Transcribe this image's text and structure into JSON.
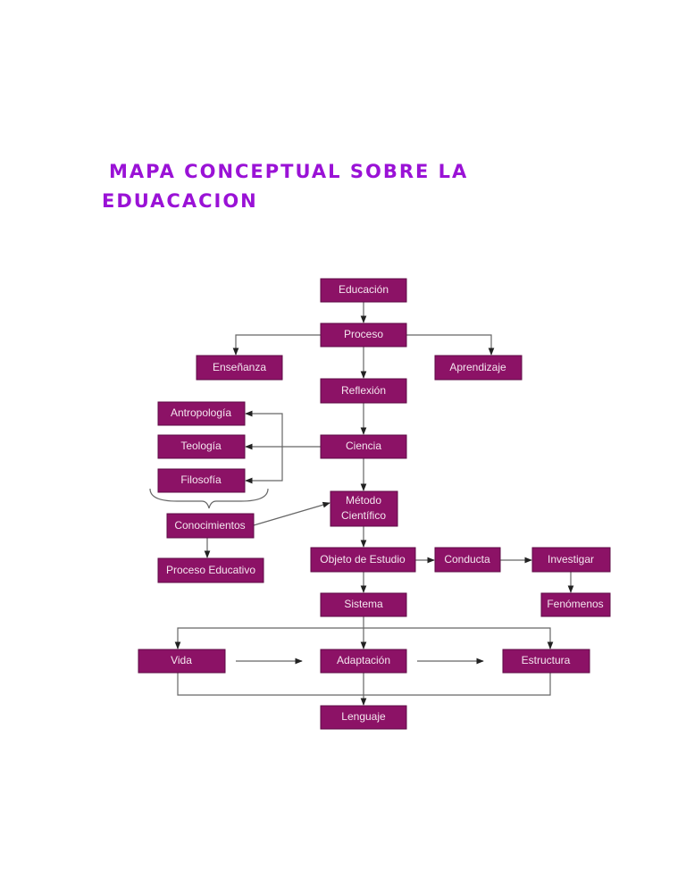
{
  "title": {
    "line1": "MAPA CONCEPTUAL SOBRE LA",
    "line2": "EDUACACION"
  },
  "diagram": {
    "nodes": {
      "educacion": "Educación",
      "proceso": "Proceso",
      "ensenanza": "Enseñanza",
      "aprendizaje": "Aprendizaje",
      "reflexion": "Reflexión",
      "antropologia": "Antropología",
      "teologia": "Teología",
      "ciencia": "Ciencia",
      "filosofia": "Filosofía",
      "metodo_1": "Método",
      "metodo_2": "Científico",
      "conocimientos": "Conocimientos",
      "proceso_educativo": "Proceso Educativo",
      "objeto_estudio": "Objeto de Estudio",
      "conducta": "Conducta",
      "investigar": "Investigar",
      "sistema": "Sistema",
      "fenomenos": "Fenómenos",
      "vida": "Vida",
      "adaptacion": "Adaptación",
      "estructura": "Estructura",
      "lenguaje": "Lenguaje"
    },
    "box_color": "#8c1266",
    "title_color": "#9a12d6"
  }
}
